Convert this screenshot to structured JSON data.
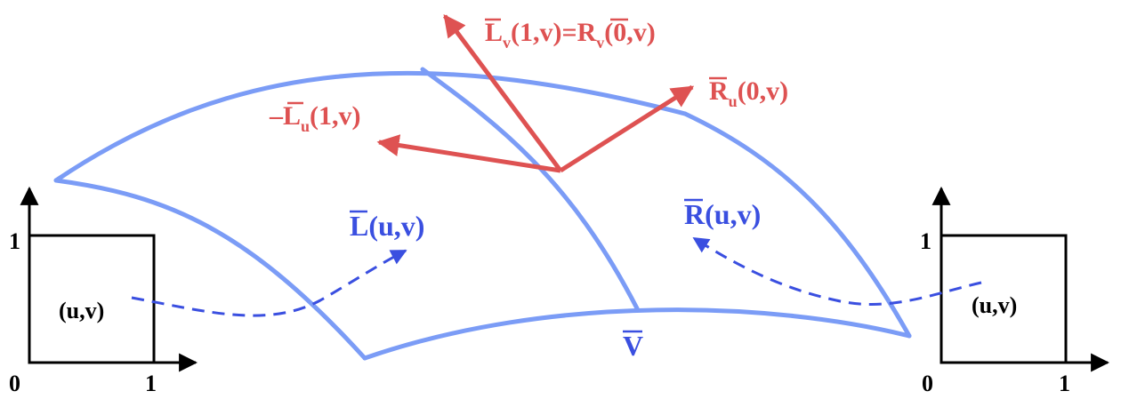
{
  "colors": {
    "surface": "#7b9cf6",
    "vector": "#de5252",
    "mapping": "#3a4fe0",
    "axis": "#000000"
  },
  "left_domain": {
    "y_tick": "1",
    "origin": "0",
    "x_tick": "1",
    "point": "(u,v)"
  },
  "right_domain": {
    "y_tick": "1",
    "origin": "0",
    "x_tick": "1",
    "point": "(u,v)"
  },
  "labels": {
    "L_map_letter": "L",
    "L_map_args": "(u,v)",
    "R_map_letter": "R",
    "R_map_args": "(u,v)",
    "V_letter": "V",
    "neg_Lu_sign": "–",
    "neg_Lu_letter": "L",
    "neg_Lu_sub": "u",
    "neg_Lu_args": "(1,v)",
    "Ru_letter": "R",
    "Ru_sub": "u",
    "Ru_args": "(0,v)",
    "Lv_letter": "L",
    "Lv_sub": "v",
    "Lv_args": "(1,v)=",
    "Rv_letter": "R",
    "Rv_sub": "v",
    "Rv_args": "(0,v)"
  }
}
